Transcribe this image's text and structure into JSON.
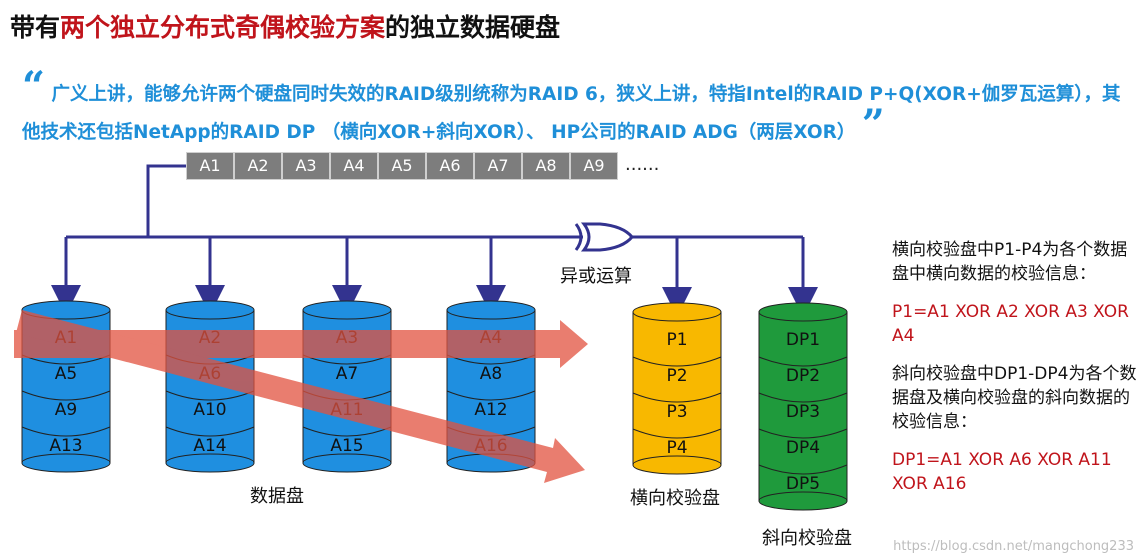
{
  "title": {
    "prefix": "带有",
    "highlight": "两个独立分布式奇偶校验方案",
    "suffix": "的独立数据硬盘"
  },
  "quote": {
    "open_mark": "“",
    "text": "广义上讲，能够允许两个硬盘同时失效的RAID级别统称为RAID 6，狭义上讲，特指Intel的RAID P+Q(XOR+伽罗瓦运算），其他技术还包括NetApp的RAID DP （横向XOR+斜向XOR）、 HP公司的RAID ADG（两层XOR）",
    "close_mark": "”"
  },
  "stripe": {
    "blocks": [
      "A1",
      "A2",
      "A3",
      "A4",
      "A5",
      "A6",
      "A7",
      "A8",
      "A9"
    ],
    "ellipsis": "......"
  },
  "xor_label": "异或运算",
  "data_disks": [
    {
      "blocks": [
        "A1",
        "A5",
        "A9",
        "A13"
      ]
    },
    {
      "blocks": [
        "A2",
        "A6",
        "A10",
        "A14"
      ]
    },
    {
      "blocks": [
        "A3",
        "A7",
        "A11",
        "A15"
      ]
    },
    {
      "blocks": [
        "A4",
        "A8",
        "A12",
        "A16"
      ]
    }
  ],
  "parity_disk": {
    "blocks": [
      "P1",
      "P2",
      "P3",
      "P4"
    ],
    "label": "横向校验盘"
  },
  "diagonal_disk": {
    "blocks": [
      "DP1",
      "DP2",
      "DP3",
      "DP4",
      "DP5"
    ],
    "label": "斜向校验盘"
  },
  "data_disk_label": "数据盘",
  "side": {
    "p1": "横向校验盘中P1-P4为各个数据盘中横向数据的校验信息：",
    "f1": "P1=A1 XOR A2 XOR A3 XOR A4",
    "p2": "斜向校验盘中DP1-DP4为各个数据盘及横向校验盘的斜向数据的校验信息：",
    "f2": "DP1=A1 XOR A6 XOR A11 XOR A16"
  },
  "watermark": "https://blog.csdn.net/mangchong233",
  "colors": {
    "title_highlight": "#c0141b",
    "quote": "#1f8fd8",
    "data_disk": "#1f8fe0",
    "parity_disk": "#f8b800",
    "diagonal_disk": "#1f9a3c",
    "arrow": "#33338f",
    "red_arrow": "#e2523f"
  }
}
